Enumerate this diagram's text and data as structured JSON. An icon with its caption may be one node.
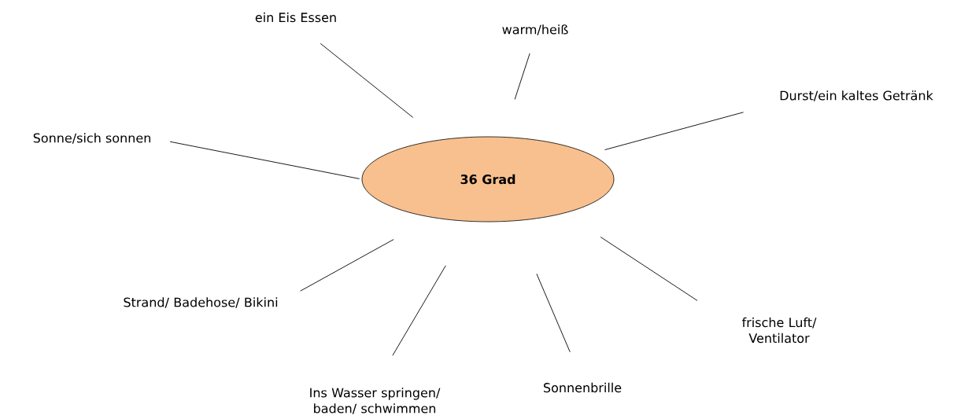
{
  "diagram": {
    "nodes": [
      {
        "text": [
          "36 Grad"
        ]
      },
      {
        "text": [
          "ein Eis Essen"
        ]
      },
      {
        "text": [
          "warm/heiß"
        ]
      },
      {
        "text": [
          "Durst/ein kaltes Getränk"
        ]
      },
      {
        "text": [
          "Sonne/sich sonnen"
        ]
      },
      {
        "text": [
          "Strand/ Badehose/ Bikini"
        ]
      },
      {
        "text": [
          "Ins Wasser springen/ baden/ schwimmen"
        ]
      },
      {
        "text": [
          "Sonnenbrille"
        ]
      },
      {
        "text": [
          "frische Luft/ Ventilator"
        ]
      }
    ],
    "edges": [
      {
        "from": 1,
        "to": 0,
        "arrow": "none"
      },
      {
        "from": 2,
        "to": 0,
        "arrow": "none"
      },
      {
        "from": 3,
        "to": 0,
        "arrow": "none"
      },
      {
        "from": 4,
        "to": 0,
        "arrow": "none"
      },
      {
        "from": 5,
        "to": 0,
        "arrow": "none"
      },
      {
        "from": 6,
        "to": 0,
        "arrow": "none"
      },
      {
        "from": 7,
        "to": 0,
        "arrow": "none"
      },
      {
        "from": 8,
        "to": 0,
        "arrow": "none"
      }
    ]
  }
}
